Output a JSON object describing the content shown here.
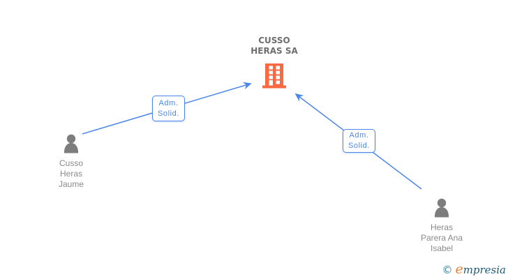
{
  "diagram": {
    "company": {
      "name_line1": "CUSSO",
      "name_line2": "HERAS SA",
      "full_name": "CUSSO HERAS SA"
    },
    "people": [
      {
        "full_name": "Cusso Heras Jaume",
        "lines": [
          "Cusso",
          "Heras",
          "Jaume"
        ]
      },
      {
        "full_name": "Heras Parera Ana Isabel",
        "lines": [
          "Heras",
          "Parera Ana",
          "Isabel"
        ]
      }
    ],
    "edges": [
      {
        "from": "Cusso Heras Jaume",
        "to": "CUSSO HERAS SA",
        "label_line1": "Adm.",
        "label_line2": "Solid."
      },
      {
        "from": "Heras Parera Ana Isabel",
        "to": "CUSSO HERAS SA",
        "label_line1": "Adm.",
        "label_line2": "Solid."
      }
    ],
    "colors": {
      "edge_blue": "#4b87ea",
      "building_orange": "#fa6a42",
      "person_gray": "#7d7d7d",
      "company_title_gray": "#6e6e6e",
      "person_name_gray": "#8a8a8a"
    }
  },
  "watermark": {
    "copyright_symbol": "©",
    "brand_first_letter": "e",
    "brand_rest": "mpresia",
    "brand_full": "empresia",
    "colors": {
      "copyright": "#2e7da3",
      "first_letter": "#ee7e2d",
      "rest": "#1e5a76"
    }
  }
}
